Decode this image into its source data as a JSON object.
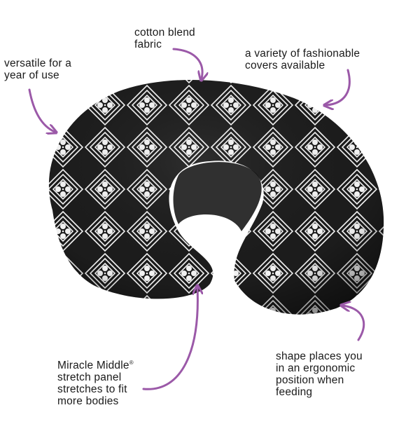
{
  "colors": {
    "arrow": "#9b59a8",
    "fabric_dark": "#1c1c1c",
    "fabric_light": "#f4f4f4",
    "background": "#ffffff"
  },
  "image": {
    "subject": "nursing pillow"
  },
  "callouts": {
    "fabric": {
      "lines": [
        "cotton blend",
        "fabric"
      ]
    },
    "versatile": {
      "lines": [
        "versatile for a",
        "year of use"
      ]
    },
    "covers": {
      "lines": [
        "a variety of fashionable",
        "covers available"
      ]
    },
    "miracle": {
      "line1_text": "Miracle Middle",
      "line1_mark": "®",
      "lines": [
        "stretch panel",
        "stretches to fit",
        "more bodies"
      ]
    },
    "shape": {
      "lines": [
        "shape places you",
        "in an ergonomic",
        "position when",
        "feeding"
      ]
    }
  }
}
